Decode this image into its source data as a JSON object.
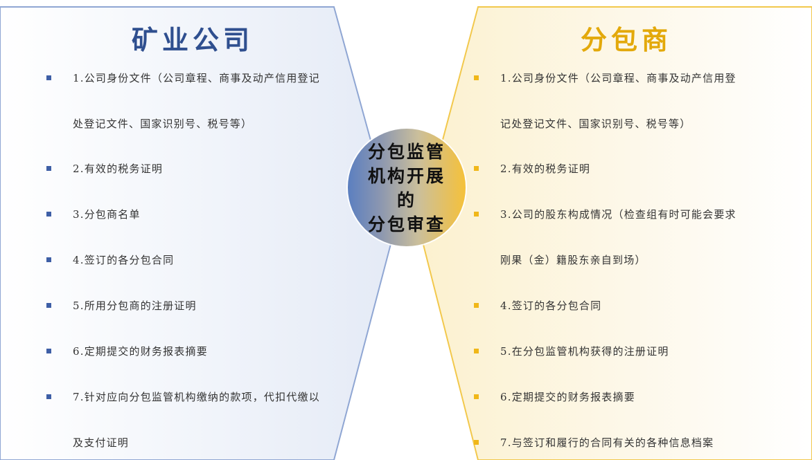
{
  "left": {
    "title": "矿业公司",
    "items": [
      [
        "1.公司身份文件（公司章程、商事及动产信用登记",
        "处登记文件、国家识别号、税号等）"
      ],
      [
        "2.有效的税务证明"
      ],
      [
        "3.分包商名单"
      ],
      [
        "4.签订的各分包合同"
      ],
      [
        "5.所用分包商的注册证明"
      ],
      [
        "6.定期提交的财务报表摘要"
      ],
      [
        "7.针对应向分包监管机构缴纳的款项，代扣代缴以",
        "及支付证明"
      ]
    ]
  },
  "right": {
    "title": "分包商",
    "items": [
      [
        "1.公司身份文件（公司章程、商事及动产信用登",
        "记处登记文件、国家识别号、税号等）"
      ],
      [
        "2.有效的税务证明"
      ],
      [
        "3.公司的股东构成情况（检查组有时可能会要求",
        "刚果（金）籍股东亲自到场）"
      ],
      [
        "4.签订的各分包合同"
      ],
      [
        "5.在分包监管机构获得的注册证明"
      ],
      [
        "6.定期提交的财务报表摘要"
      ],
      [
        "7.与签订和履行的合同有关的各种信息档案"
      ]
    ]
  },
  "center": {
    "lines": [
      "分包监管",
      "机构开展",
      "的",
      "分包审查"
    ]
  },
  "colors": {
    "left_accent": "#2f4f8f",
    "left_bullet": "#3e5fa6",
    "right_accent": "#e3a90b",
    "right_bullet": "#f0b719",
    "left_panel_fill": "#eef2f9",
    "right_panel_fill": "#fdf7e6"
  }
}
